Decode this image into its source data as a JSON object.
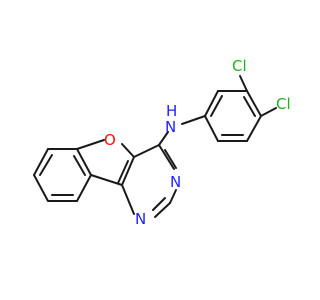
{
  "molecule": {
    "atoms": {
      "cl_top": "Cl",
      "cl_right": "Cl",
      "amine_n": "N",
      "amine_h": "H",
      "furan_o": "O",
      "pyrimidine_n_upper": "N",
      "pyrimidine_n_lower": "N"
    },
    "colors": {
      "bond": "#1a1a1a",
      "chlorine": "#1fb01f",
      "nitrogen": "#2020ff",
      "oxygen": "#ff0d0d",
      "background": "#ffffff"
    }
  }
}
